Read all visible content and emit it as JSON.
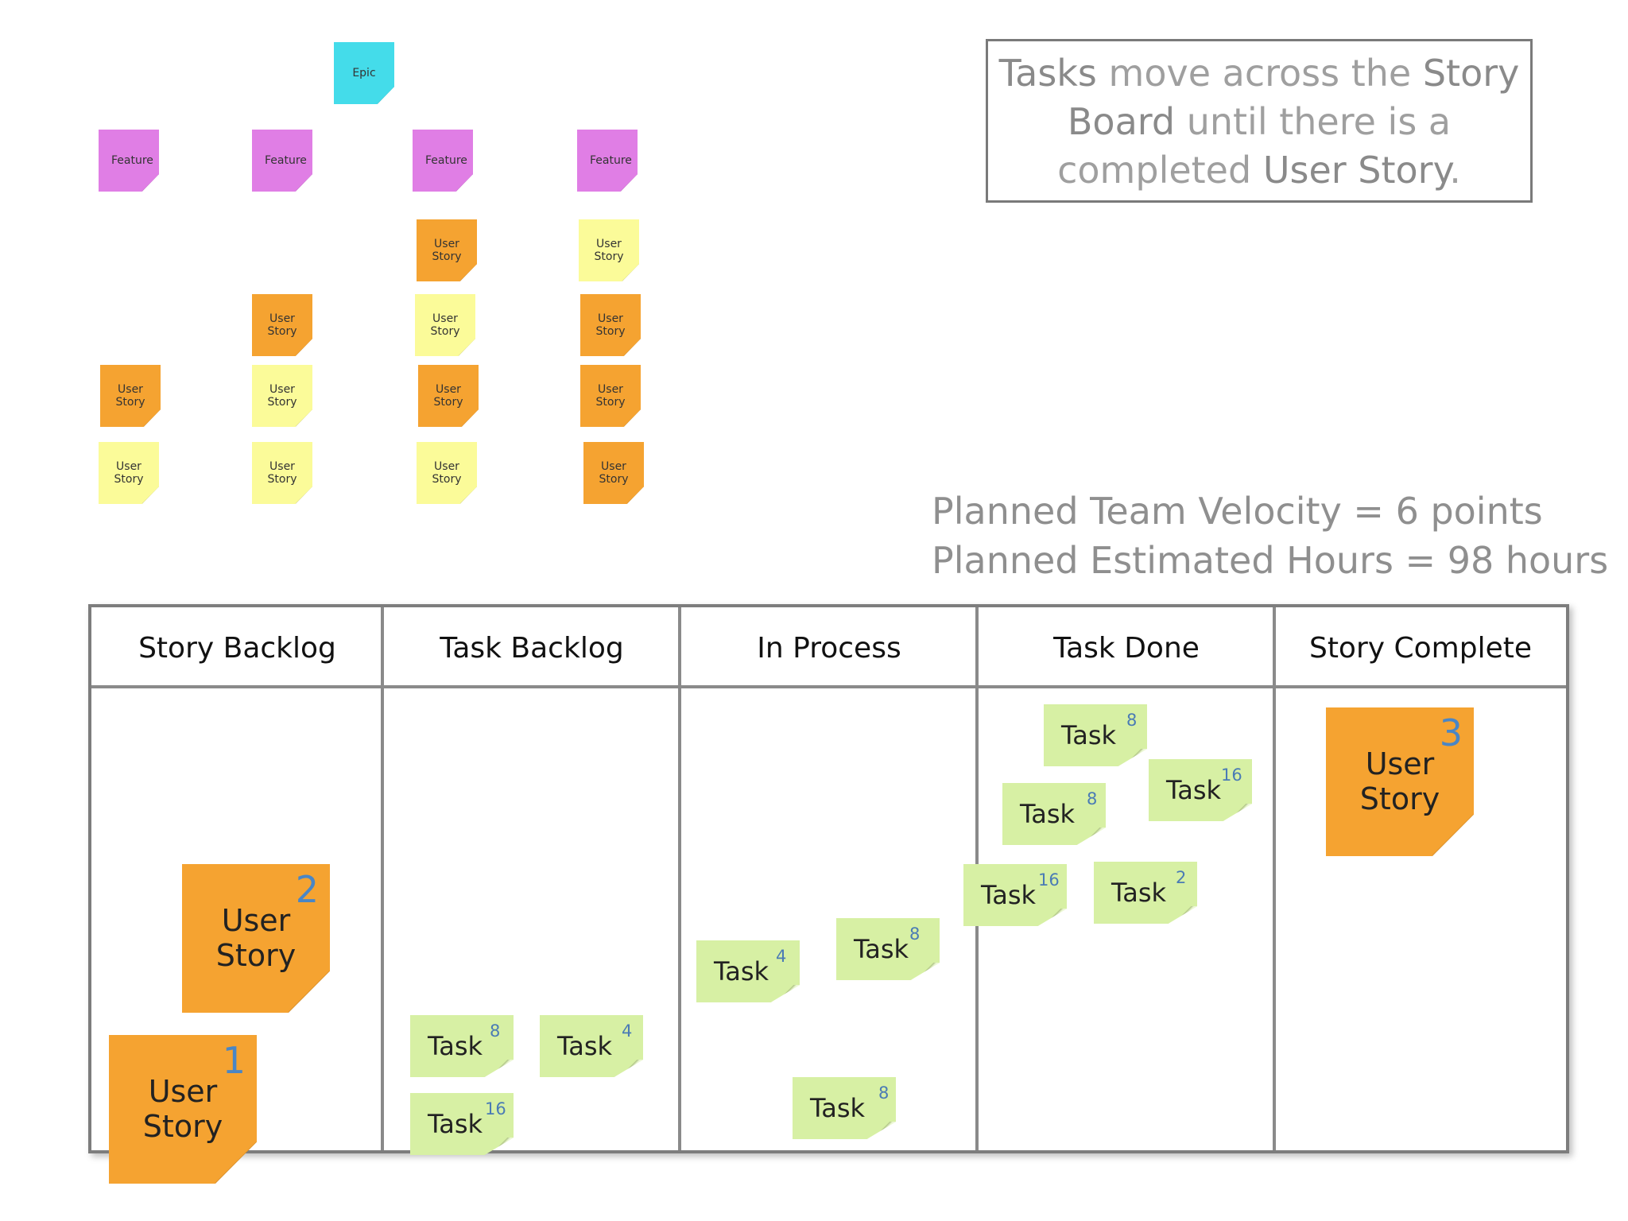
{
  "hierarchy": {
    "epic": "Epic",
    "feature_label": "Feature",
    "story_label": "User Story",
    "colors": {
      "epic": "#44dcea",
      "feature": "#e07ee5",
      "story_orange": "#f5a331",
      "story_yellow": "#fbfb99"
    }
  },
  "info": {
    "line1_a": "Tasks",
    "line1_b": " move across the ",
    "line1_c": "Story",
    "line2_a": "Board",
    "line2_b": " until there is a",
    "line3_a": "completed ",
    "line3_b": "User Story",
    "line3_c": "."
  },
  "velocity": {
    "line1": "Planned Team Velocity = 6 points",
    "line2": "Planned Estimated Hours = 98 hours"
  },
  "board": {
    "columns": [
      "Story Backlog",
      "Task Backlog",
      "In Process",
      "Task Done",
      "Story Complete"
    ]
  },
  "stories": [
    {
      "label": "User Story",
      "points": "2"
    },
    {
      "label": "User Story",
      "points": "1"
    },
    {
      "label": "User Story",
      "points": "3"
    }
  ],
  "tasks": [
    {
      "label": "Task",
      "hours": "8"
    },
    {
      "label": "Task",
      "hours": "4"
    },
    {
      "label": "Task",
      "hours": "16"
    },
    {
      "label": "Task",
      "hours": "4"
    },
    {
      "label": "Task",
      "hours": "8"
    },
    {
      "label": "Task",
      "hours": "8"
    },
    {
      "label": "Task",
      "hours": "8"
    },
    {
      "label": "Task",
      "hours": "16"
    },
    {
      "label": "Task",
      "hours": "8"
    },
    {
      "label": "Task",
      "hours": "16"
    },
    {
      "label": "Task",
      "hours": "2"
    }
  ]
}
